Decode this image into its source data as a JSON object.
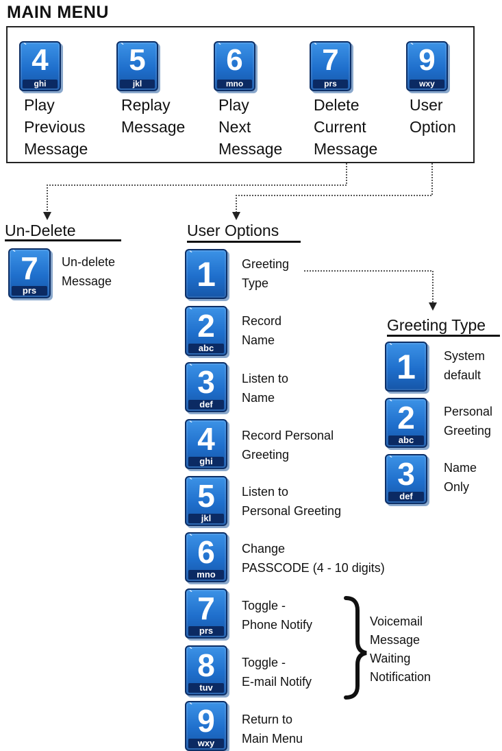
{
  "main_menu": {
    "title": "MAIN MENU",
    "keys": [
      {
        "digit": "4",
        "letters": "ghi",
        "label": [
          "Play",
          "Previous",
          "Message"
        ]
      },
      {
        "digit": "5",
        "letters": "jkl",
        "label": [
          "Replay",
          "Message"
        ]
      },
      {
        "digit": "6",
        "letters": "mno",
        "label": [
          "Play",
          "Next",
          "Message"
        ]
      },
      {
        "digit": "7",
        "letters": "prs",
        "label": [
          "Delete",
          "Current",
          "Message"
        ]
      },
      {
        "digit": "9",
        "letters": "wxy",
        "label": [
          "User",
          "Option"
        ]
      }
    ]
  },
  "undelete": {
    "title": "Un-Delete",
    "key": {
      "digit": "7",
      "letters": "prs",
      "label": [
        "Un-delete",
        "Message"
      ]
    }
  },
  "user_options": {
    "title": "User Options",
    "keys": [
      {
        "digit": "1",
        "letters": "",
        "label": [
          "Greeting",
          "Type"
        ]
      },
      {
        "digit": "2",
        "letters": "abc",
        "label": [
          "Record",
          "Name"
        ]
      },
      {
        "digit": "3",
        "letters": "def",
        "label": [
          "Listen to",
          "Name"
        ]
      },
      {
        "digit": "4",
        "letters": "ghi",
        "label": [
          "Record Personal",
          "Greeting"
        ]
      },
      {
        "digit": "5",
        "letters": "jkl",
        "label": [
          "Listen to",
          "Personal Greeting"
        ]
      },
      {
        "digit": "6",
        "letters": "mno",
        "label": [
          "Change",
          "PASSCODE (4 - 10 digits)"
        ]
      },
      {
        "digit": "7",
        "letters": "prs",
        "label": [
          "Toggle -",
          "Phone Notify"
        ]
      },
      {
        "digit": "8",
        "letters": "tuv",
        "label": [
          "Toggle -",
          "E-mail Notify"
        ]
      },
      {
        "digit": "9",
        "letters": "wxy",
        "label": [
          "Return to",
          "Main Menu"
        ]
      }
    ],
    "brace_label": [
      "Voicemail",
      "Message",
      "Waiting",
      "Notification"
    ]
  },
  "greeting_type": {
    "title": "Greeting Type",
    "keys": [
      {
        "digit": "1",
        "letters": "",
        "label": [
          "System",
          "default"
        ]
      },
      {
        "digit": "2",
        "letters": "abc",
        "label": [
          "Personal",
          "Greeting"
        ]
      },
      {
        "digit": "3",
        "letters": "def",
        "label": [
          "Name",
          "Only"
        ]
      }
    ]
  },
  "colors": {
    "key_blue": "#1f6fcc",
    "key_border": "#0d2f66",
    "letters_band": "#0b2a63"
  },
  "icon": "`"
}
